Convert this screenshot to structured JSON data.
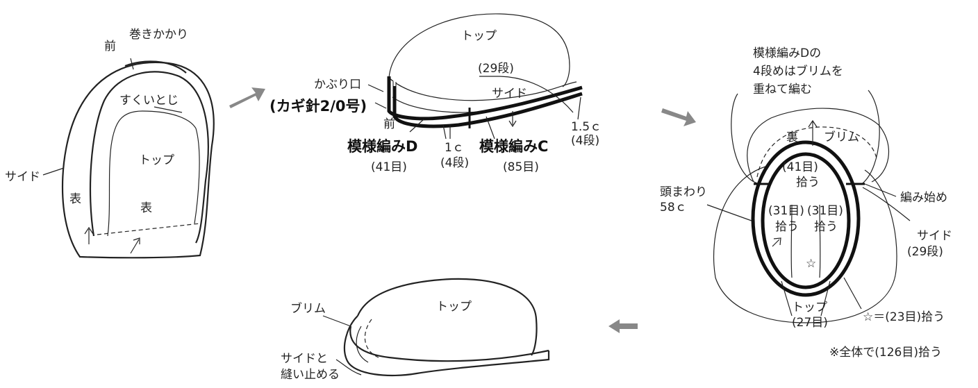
{
  "step1": {
    "mae": "前",
    "makikagari": "巻きかかり",
    "sukuitoji": "すくいとじ",
    "top": "トップ",
    "side": "サイド",
    "omote_left": "表",
    "omote_center": "表"
  },
  "step2": {
    "top": "トップ",
    "rows29": "(29段)",
    "side": "サイド",
    "kaburiguchi": "かぶり口",
    "needle": "(カギ針2/0号)",
    "mae": "前",
    "patternD": "模様編みD",
    "patternD_count": "(41目)",
    "width1": "1ｃ",
    "width1_rows": "(4段)",
    "patternC": "模様編みC",
    "patternC_count": "(85目)",
    "width15": "1.5ｃ",
    "width15_rows": "(4段)"
  },
  "step3": {
    "note_line1": "模様編みDの",
    "note_line2": "4段めはブリムを",
    "note_line3": "重ねて編む",
    "ura": "裏",
    "brim": "ブリム",
    "c41": "(41目)",
    "pick41": "拾う",
    "start": "編み始め",
    "head_line1": "頭まわり",
    "head_line2": "58ｃ",
    "c31a": "(31目)",
    "pick31a": "拾う",
    "c31b": "(31目)",
    "pick31b": "拾う",
    "side": "サイド",
    "side_rows": "(29段)",
    "star": "☆",
    "top": "トップ",
    "top_count": "(27目)",
    "star_note": "☆＝(23目)拾う",
    "total_note": "※全体で(126目)拾う"
  },
  "step4": {
    "top": "トップ",
    "brim": "ブリム",
    "sew_line1": "サイドと",
    "sew_line2": "縫い止める"
  }
}
